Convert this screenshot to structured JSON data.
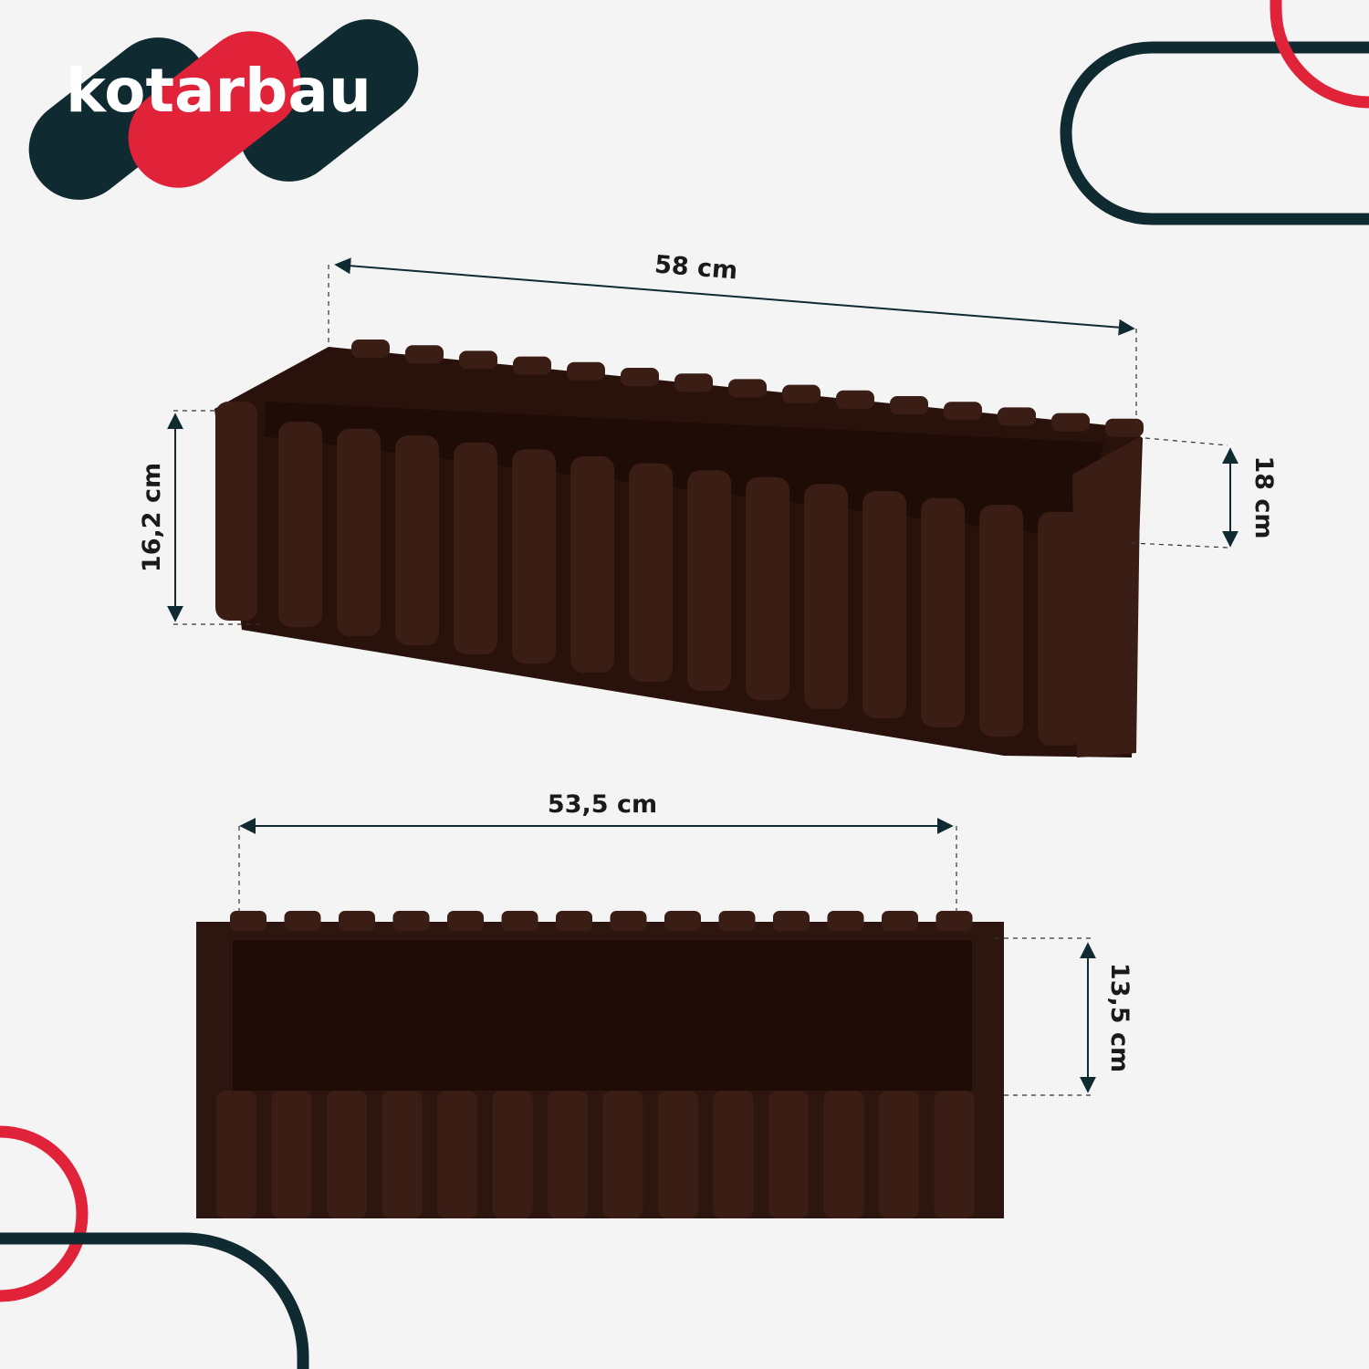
{
  "brand": {
    "name": "kotarbau"
  },
  "colors": {
    "dark": "#0f2a30",
    "red": "#e1233a",
    "planter": "#3a1e16",
    "planter_inner": "#2a120c",
    "background": "#f4f4f4"
  },
  "dimensions": {
    "top_length": "58 cm",
    "top_height_left": "16,2 cm",
    "top_depth_right": "18 cm",
    "bottom_length": "53,5 cm",
    "bottom_height": "13,5 cm"
  }
}
